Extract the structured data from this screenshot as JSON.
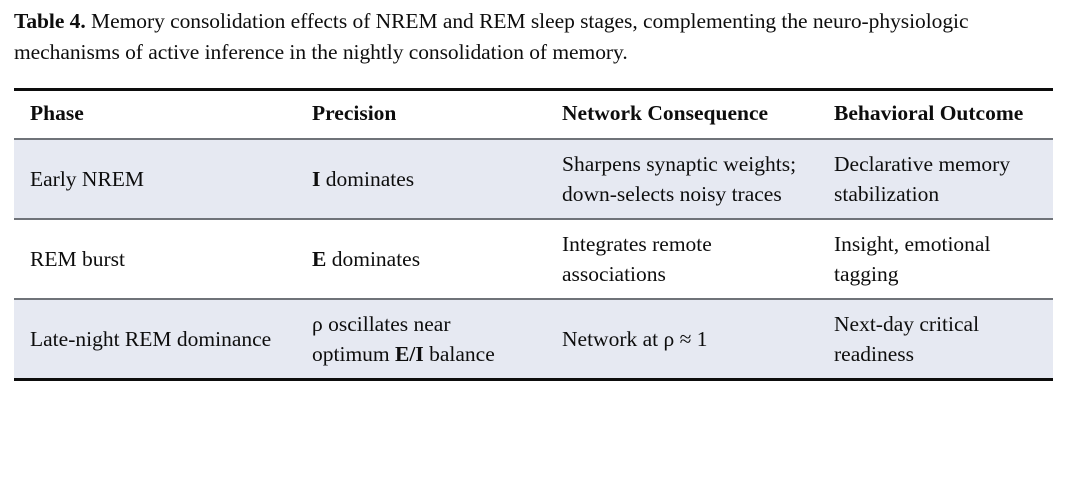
{
  "caption": {
    "label": "Table 4.",
    "text": " Memory consolidation effects of NREM and REM sleep stages, complementing the neuro-physiologic mechanisms of active inference in the nightly consolidation of memory."
  },
  "table": {
    "columns": [
      {
        "key": "phase",
        "label": "Phase"
      },
      {
        "key": "precision",
        "label": "Precision"
      },
      {
        "key": "network_consequence",
        "label": "Network Consequence"
      },
      {
        "key": "behavioral_outcome",
        "label": "Behavioral Outcome"
      }
    ],
    "rows": [
      {
        "shaded": true,
        "phase": "Early NREM",
        "precision_bold": "I",
        "precision_rest": " dominates",
        "network_consequence": "Sharpens synaptic weights; down-selects noisy traces",
        "behavioral_outcome": "Declarative memory stabilization"
      },
      {
        "shaded": false,
        "phase": "REM burst",
        "precision_bold": "E",
        "precision_rest": " dominates",
        "network_consequence": "Integrates remote associations",
        "behavioral_outcome": "Insight, emotional tagging"
      },
      {
        "shaded": true,
        "phase": "Late-night REM dominance",
        "precision_pre": "ρ oscillates near optimum ",
        "precision_bold": "E/I",
        "precision_rest": " balance",
        "network_consequence": "Network at ρ ≈ 1",
        "behavioral_outcome": "Next-day critical readiness"
      }
    ]
  },
  "style": {
    "shade_color": "#e6e9f2",
    "rule_color": "#0d0d0d",
    "inner_rule_color": "#6f7379",
    "text_color": "#0d0d0d",
    "page_background": "#ffffff"
  }
}
